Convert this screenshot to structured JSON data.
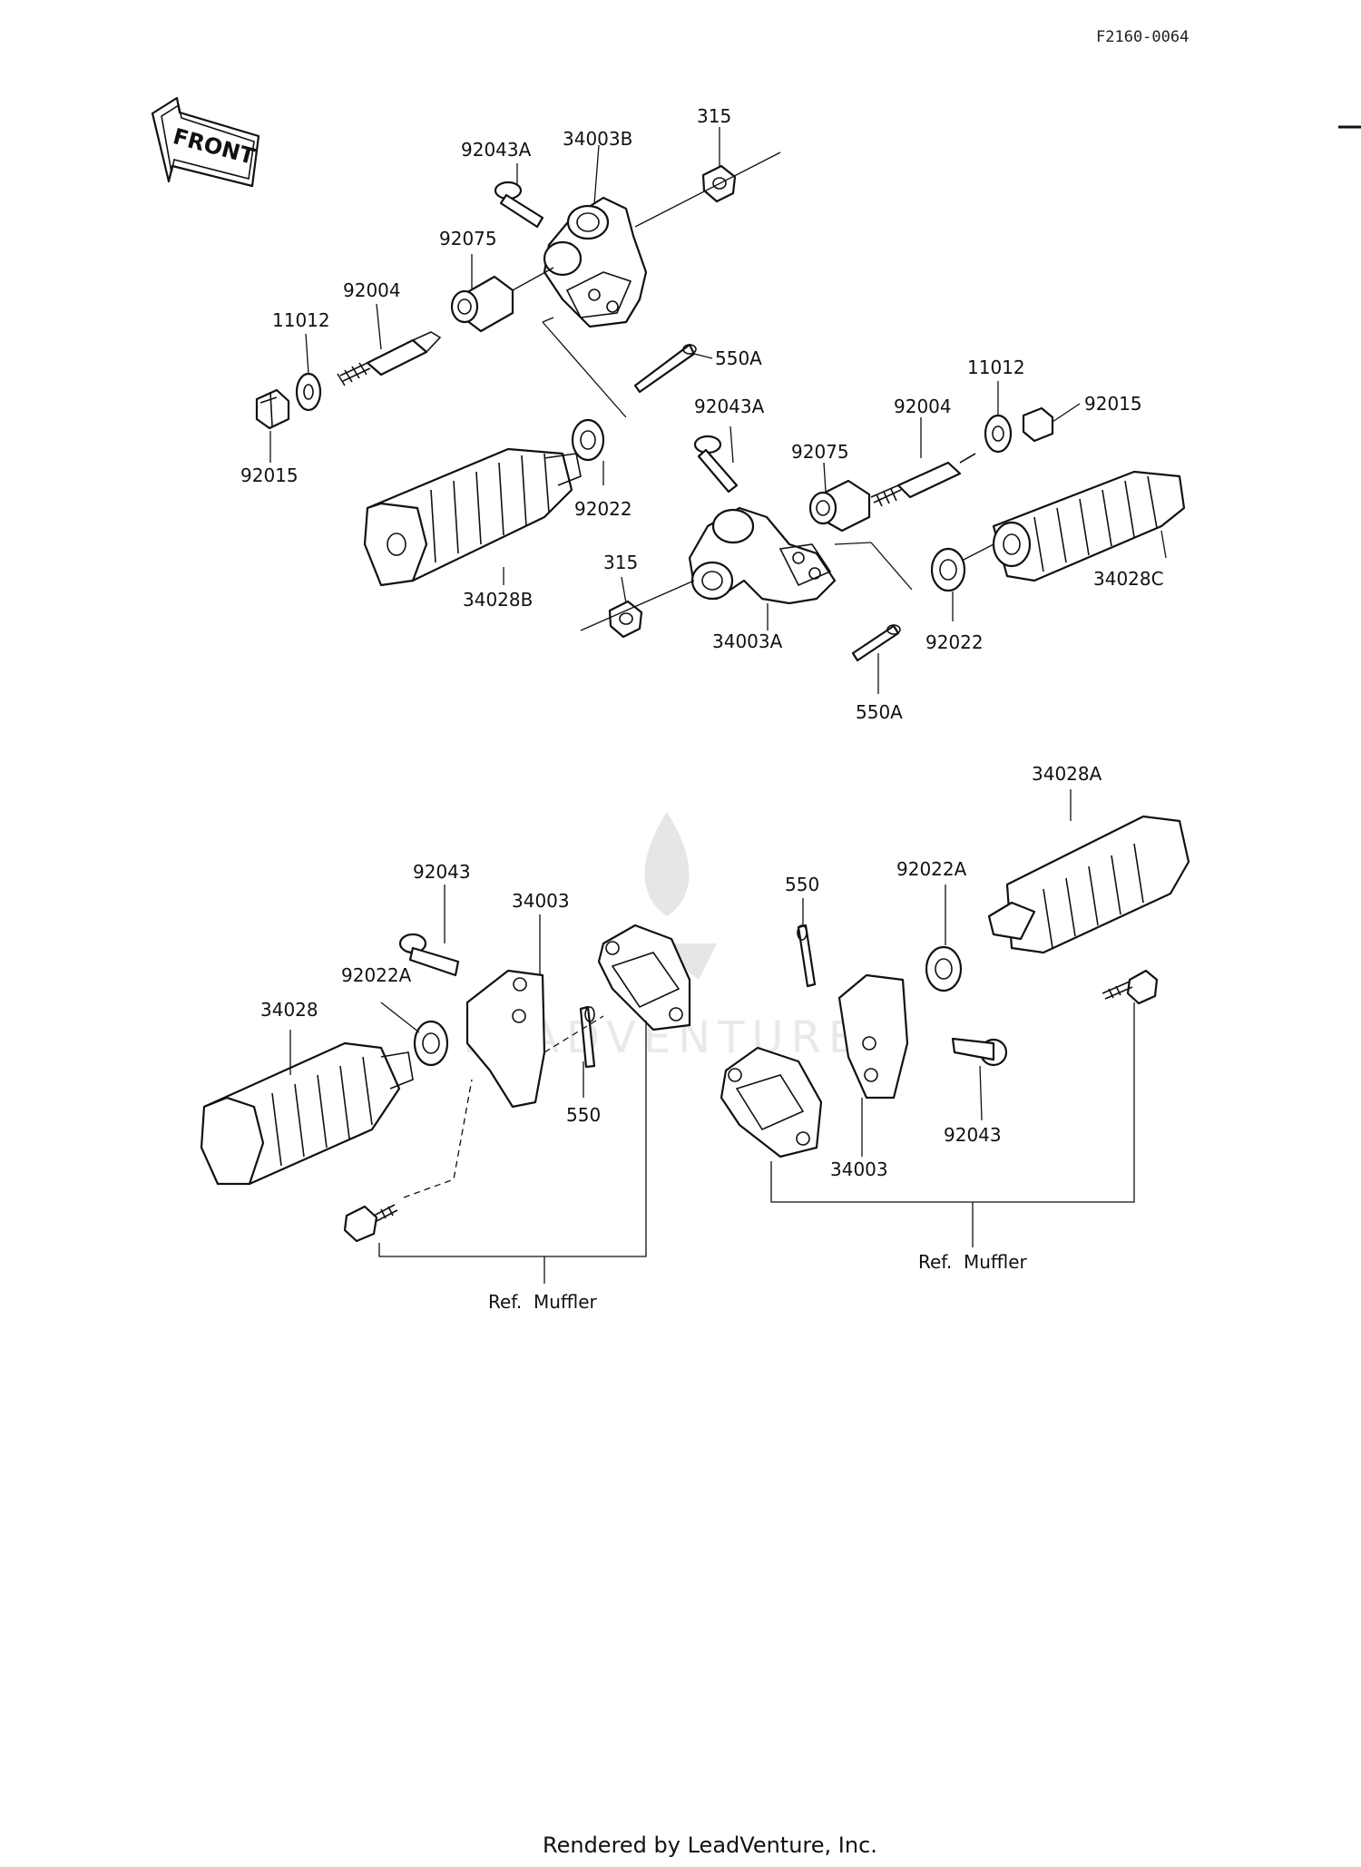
{
  "diagram_id": "F2160-0064",
  "front_label": "FRONT",
  "labels": {
    "l_92043A_top": "92043A",
    "l_34003B": "34003B",
    "l_315_top": "315",
    "l_92075_top": "92075",
    "l_92004_top": "92004",
    "l_11012_top": "11012",
    "l_92015_top": "92015",
    "l_550A_top": "550A",
    "l_92022_left": "92022",
    "l_34028B": "34028B",
    "l_92043A_mid": "92043A",
    "l_11012_mid": "11012",
    "l_92015_mid": "92015",
    "l_92004_mid": "92004",
    "l_92075_mid": "92075",
    "l_315_mid": "315",
    "l_34003A": "34003A",
    "l_92022_right": "92022",
    "l_34028C": "34028C",
    "l_550A_bottom": "550A",
    "l_34028A": "34028A",
    "l_92043_left": "92043",
    "l_34003_left": "34003",
    "l_92022A_left": "92022A",
    "l_34028": "34028",
    "l_550_left": "550",
    "l_ref_muffler_left": "Ref.  Muffler",
    "l_550_right": "550",
    "l_92022A_right": "92022A",
    "l_92043_right": "92043",
    "l_34003_right": "34003",
    "l_ref_muffler_right": "Ref.  Muffler"
  },
  "watermark": "LEADVENTURE",
  "footer": "Rendered by LeadVenture, Inc."
}
